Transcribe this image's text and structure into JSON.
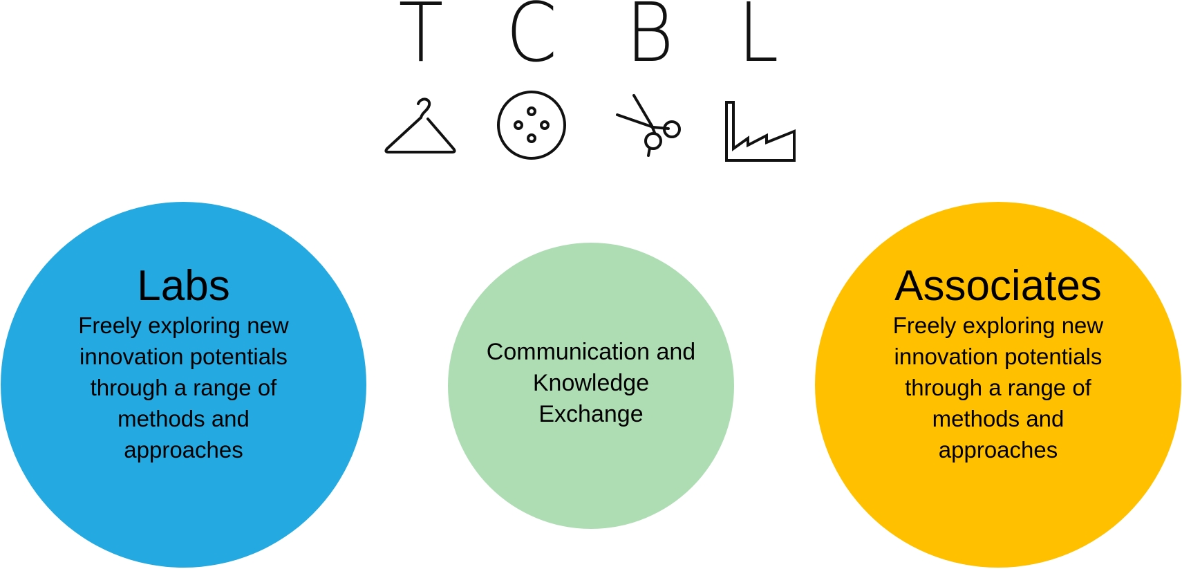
{
  "logo": {
    "letters": [
      "T",
      "C",
      "B",
      "L"
    ],
    "icons": [
      "hanger-icon",
      "button-icon",
      "scissors-icon",
      "factory-icon"
    ]
  },
  "circles": {
    "labs": {
      "title": "Labs",
      "text": "Freely exploring new innovation potentials through a range of methods and approaches",
      "color": "#24A9E1"
    },
    "center": {
      "text": "Communication and Knowledge Exchange",
      "color": "#AEDDB4"
    },
    "associates": {
      "title": "Associates",
      "text": "Freely exploring new innovation potentials through a range of methods and approaches",
      "color": "#FFC000"
    }
  }
}
